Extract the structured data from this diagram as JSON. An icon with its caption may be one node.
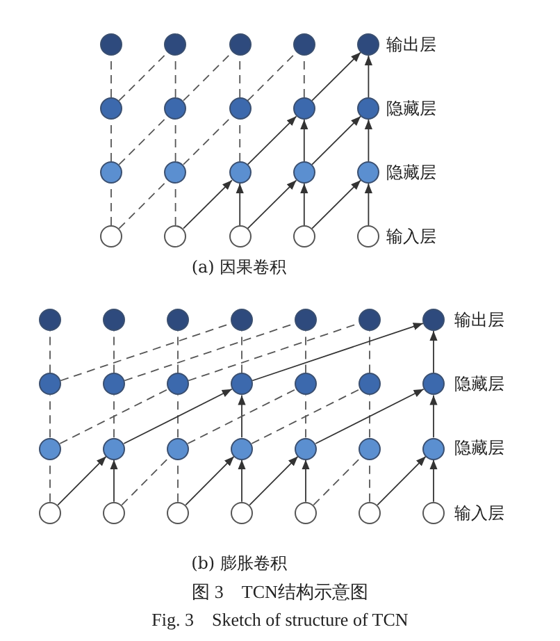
{
  "diagram": {
    "title": "图 3　TCN结构示意图",
    "caption": "Fig. 3　Sketch of structure of TCN",
    "nodes": [
      {
        "text": [],
        "shape": "circle"
      },
      {
        "text": [],
        "shape": "circle"
      },
      {
        "text": [],
        "shape": "circle"
      },
      {
        "text": [],
        "shape": "circle"
      },
      {
        "text": [],
        "shape": "circle"
      },
      {
        "text": [],
        "shape": "circle"
      },
      {
        "text": [],
        "shape": "circle"
      },
      {
        "text": [],
        "shape": "circle"
      },
      {
        "text": [],
        "shape": "circle"
      },
      {
        "text": [],
        "shape": "circle"
      },
      {
        "text": [],
        "shape": "circle"
      },
      {
        "text": [],
        "shape": "circle"
      },
      {
        "text": [],
        "shape": "circle"
      },
      {
        "text": [],
        "shape": "circle"
      },
      {
        "text": [],
        "shape": "circle"
      },
      {
        "text": [],
        "shape": "circle"
      },
      {
        "text": [],
        "shape": "circle"
      },
      {
        "text": [],
        "shape": "circle"
      },
      {
        "text": [],
        "shape": "circle"
      },
      {
        "text": [],
        "shape": "circle"
      },
      {
        "text": [],
        "shape": "circle"
      },
      {
        "text": [],
        "shape": "circle"
      },
      {
        "text": [],
        "shape": "circle"
      },
      {
        "text": [],
        "shape": "circle"
      },
      {
        "text": [],
        "shape": "circle"
      },
      {
        "text": [],
        "shape": "circle"
      },
      {
        "text": [],
        "shape": "circle"
      },
      {
        "text": [],
        "shape": "circle"
      },
      {
        "text": [],
        "shape": "circle"
      },
      {
        "text": [],
        "shape": "circle"
      },
      {
        "text": [],
        "shape": "circle"
      },
      {
        "text": [],
        "shape": "circle"
      },
      {
        "text": [],
        "shape": "circle"
      },
      {
        "text": [],
        "shape": "circle"
      },
      {
        "text": [],
        "shape": "circle"
      },
      {
        "text": [],
        "shape": "circle"
      },
      {
        "text": [],
        "shape": "circle"
      },
      {
        "text": [],
        "shape": "circle"
      },
      {
        "text": [],
        "shape": "circle"
      },
      {
        "text": [],
        "shape": "circle"
      },
      {
        "text": [],
        "shape": "circle"
      },
      {
        "text": [],
        "shape": "circle"
      },
      {
        "text": [],
        "shape": "circle"
      },
      {
        "text": [],
        "shape": "circle"
      },
      {
        "text": [],
        "shape": "circle"
      },
      {
        "text": [],
        "shape": "circle"
      },
      {
        "text": [],
        "shape": "circle"
      },
      {
        "text": [],
        "shape": "circle"
      }
    ],
    "edges": [
      {
        "from": 15,
        "to": 10,
        "arrow": "none",
        "style": "dashed"
      },
      {
        "from": 16,
        "to": 11,
        "arrow": "none",
        "style": "dashed"
      },
      {
        "from": 15,
        "to": 11,
        "arrow": "none",
        "style": "dashed"
      },
      {
        "from": 17,
        "to": 12,
        "arrow": "to"
      },
      {
        "from": 16,
        "to": 12,
        "arrow": "to"
      },
      {
        "from": 18,
        "to": 13,
        "arrow": "to"
      },
      {
        "from": 17,
        "to": 13,
        "arrow": "to"
      },
      {
        "from": 19,
        "to": 14,
        "arrow": "to"
      },
      {
        "from": 18,
        "to": 14,
        "arrow": "to"
      },
      {
        "from": 10,
        "to": 5,
        "arrow": "none",
        "style": "dashed"
      },
      {
        "from": 11,
        "to": 6,
        "arrow": "none",
        "style": "dashed"
      },
      {
        "from": 10,
        "to": 6,
        "arrow": "none",
        "style": "dashed"
      },
      {
        "from": 12,
        "to": 7,
        "arrow": "none",
        "style": "dashed"
      },
      {
        "from": 11,
        "to": 7,
        "arrow": "none",
        "style": "dashed"
      },
      {
        "from": 13,
        "to": 8,
        "arrow": "to"
      },
      {
        "from": 12,
        "to": 8,
        "arrow": "to"
      },
      {
        "from": 14,
        "to": 9,
        "arrow": "to"
      },
      {
        "from": 13,
        "to": 9,
        "arrow": "to"
      },
      {
        "from": 5,
        "to": 0,
        "arrow": "none",
        "style": "dashed"
      },
      {
        "from": 6,
        "to": 1,
        "arrow": "none",
        "style": "dashed"
      },
      {
        "from": 5,
        "to": 1,
        "arrow": "none",
        "style": "dashed"
      },
      {
        "from": 7,
        "to": 2,
        "arrow": "none",
        "style": "dashed"
      },
      {
        "from": 6,
        "to": 2,
        "arrow": "none",
        "style": "dashed"
      },
      {
        "from": 8,
        "to": 3,
        "arrow": "none",
        "style": "dashed"
      },
      {
        "from": 7,
        "to": 3,
        "arrow": "none",
        "style": "dashed"
      },
      {
        "from": 9,
        "to": 4,
        "arrow": "to"
      },
      {
        "from": 8,
        "to": 4,
        "arrow": "to"
      },
      {
        "from": 41,
        "to": 34,
        "arrow": "none",
        "style": "dashed"
      },
      {
        "from": 42,
        "to": 35,
        "arrow": "to"
      },
      {
        "from": 41,
        "to": 35,
        "arrow": "to"
      },
      {
        "from": 43,
        "to": 36,
        "arrow": "none",
        "style": "dashed"
      },
      {
        "from": 42,
        "to": 36,
        "arrow": "none",
        "style": "dashed"
      },
      {
        "from": 44,
        "to": 37,
        "arrow": "to"
      },
      {
        "from": 43,
        "to": 37,
        "arrow": "to"
      },
      {
        "from": 45,
        "to": 38,
        "arrow": "to"
      },
      {
        "from": 44,
        "to": 38,
        "arrow": "to"
      },
      {
        "from": 46,
        "to": 39,
        "arrow": "none",
        "style": "dashed"
      },
      {
        "from": 45,
        "to": 39,
        "arrow": "none",
        "style": "dashed"
      },
      {
        "from": 47,
        "to": 40,
        "arrow": "to"
      },
      {
        "from": 46,
        "to": 40,
        "arrow": "to"
      },
      {
        "from": 34,
        "to": 27,
        "arrow": "none",
        "style": "dashed"
      },
      {
        "from": 35,
        "to": 28,
        "arrow": "none",
        "style": "dashed"
      },
      {
        "from": 36,
        "to": 29,
        "arrow": "none",
        "style": "dashed"
      },
      {
        "from": 34,
        "to": 29,
        "arrow": "none",
        "style": "dashed"
      },
      {
        "from": 37,
        "to": 30,
        "arrow": "to"
      },
      {
        "from": 35,
        "to": 30,
        "arrow": "to"
      },
      {
        "from": 38,
        "to": 31,
        "arrow": "none",
        "style": "dashed"
      },
      {
        "from": 36,
        "to": 31,
        "arrow": "none",
        "style": "dashed"
      },
      {
        "from": 39,
        "to": 32,
        "arrow": "none",
        "style": "dashed"
      },
      {
        "from": 37,
        "to": 32,
        "arrow": "none",
        "style": "dashed"
      },
      {
        "from": 40,
        "to": 33,
        "arrow": "to"
      },
      {
        "from": 38,
        "to": 33,
        "arrow": "to"
      },
      {
        "from": 27,
        "to": 20,
        "arrow": "none",
        "style": "dashed"
      },
      {
        "from": 28,
        "to": 21,
        "arrow": "none",
        "style": "dashed"
      },
      {
        "from": 29,
        "to": 22,
        "arrow": "none",
        "style": "dashed"
      },
      {
        "from": 30,
        "to": 23,
        "arrow": "none",
        "style": "dashed"
      },
      {
        "from": 27,
        "to": 23,
        "arrow": "none",
        "style": "dashed"
      },
      {
        "from": 31,
        "to": 24,
        "arrow": "none",
        "style": "dashed"
      },
      {
        "from": 28,
        "to": 24,
        "arrow": "none",
        "style": "dashed"
      },
      {
        "from": 32,
        "to": 25,
        "arrow": "none",
        "style": "dashed"
      },
      {
        "from": 29,
        "to": 25,
        "arrow": "none",
        "style": "dashed"
      },
      {
        "from": 33,
        "to": 26,
        "arrow": "to"
      },
      {
        "from": 30,
        "to": 26,
        "arrow": "to"
      }
    ],
    "labels": [
      "输出层",
      "隐藏层",
      "隐藏层",
      "输入层",
      "(a) 因果卷积",
      "输出层",
      "隐藏层",
      "隐藏层",
      "输入层",
      "(b) 膨胀卷积"
    ]
  }
}
